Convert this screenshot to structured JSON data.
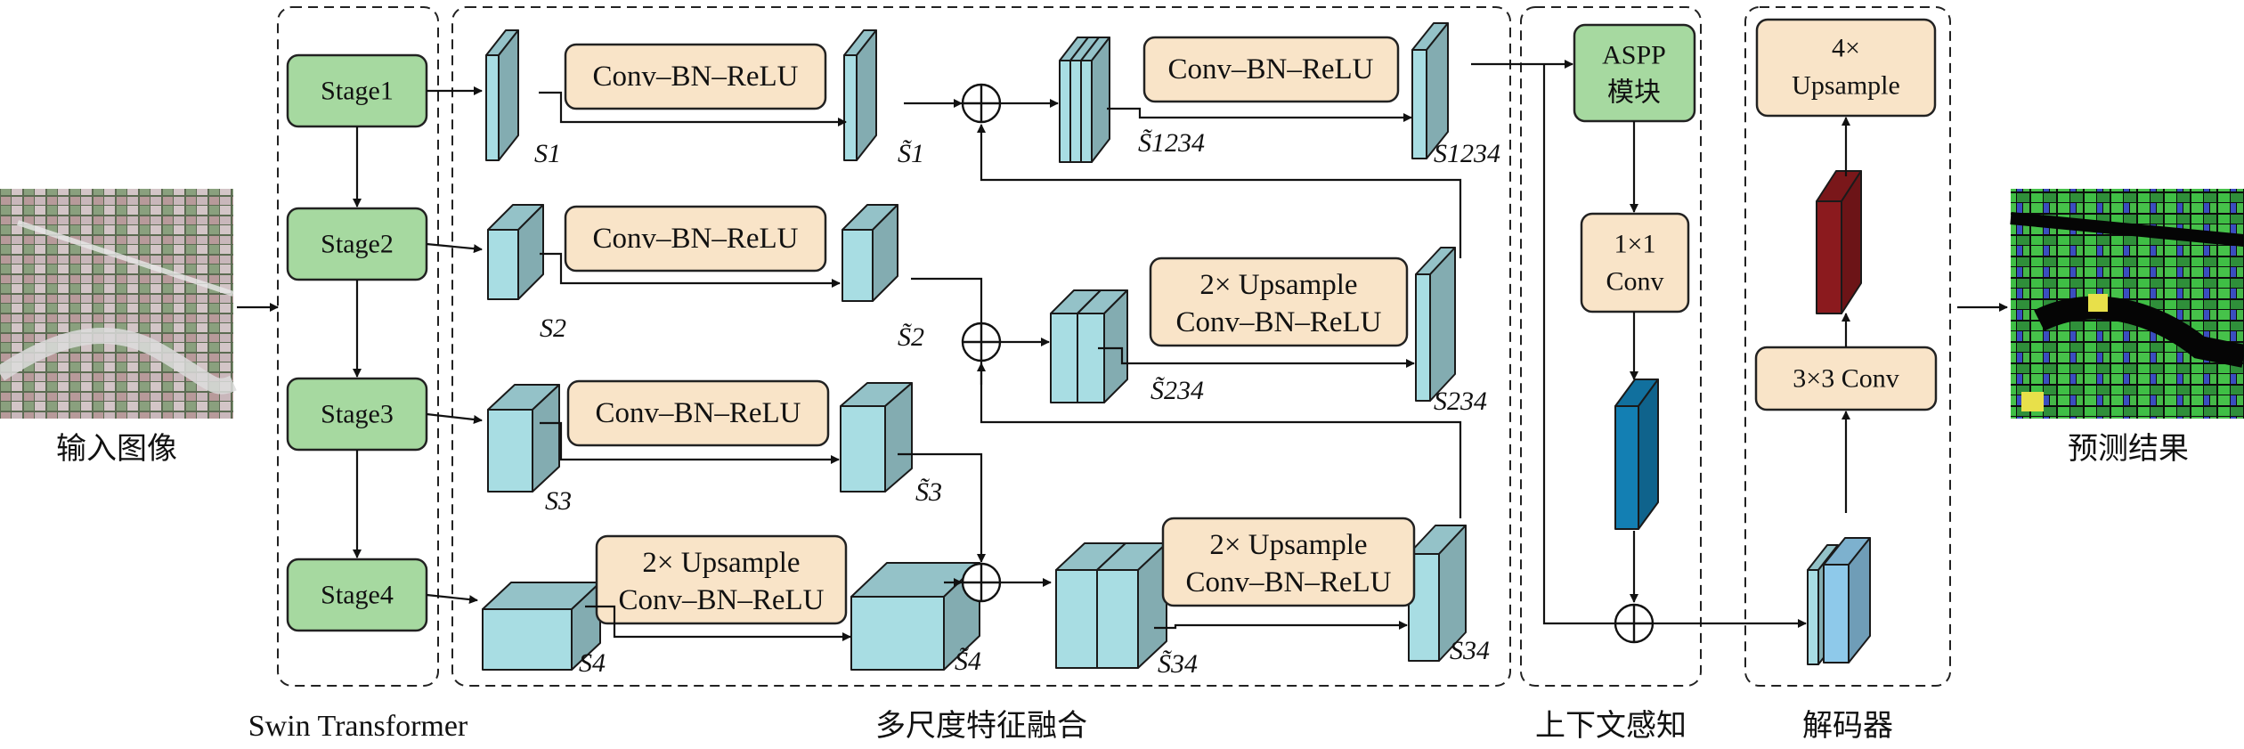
{
  "input": {
    "label": "输入图像"
  },
  "output": {
    "label": "预测结果"
  },
  "backbone": {
    "title": "Swin Transformer",
    "stages": [
      "Stage1",
      "Stage2",
      "Stage3",
      "Stage4"
    ]
  },
  "fusion": {
    "title": "多尺度特征融合",
    "conv_labels": [
      "Conv–BN–ReLU",
      "Conv–BN–ReLU",
      "Conv–BN–ReLU",
      "Conv–BN–ReLU"
    ],
    "upsample_line": "2× Upsample",
    "stage_feature_labels": [
      "S1",
      "S2",
      "S3",
      "S4"
    ],
    "tilde_labels": [
      "S̃1",
      "S̃2",
      "S̃3",
      "S̃4"
    ],
    "merged_labels": [
      "S̃1234",
      "S̃234",
      "S̃34"
    ],
    "out_labels": [
      "S1234",
      "S234",
      "S34"
    ]
  },
  "context": {
    "title": "上下文感知",
    "aspp": [
      "ASPP",
      "模块"
    ],
    "conv1x1": [
      "1×1",
      "Conv"
    ]
  },
  "decoder": {
    "title": "解码器",
    "upsample4": [
      "4×",
      "Upsample"
    ],
    "conv3x3": "3×3 Conv"
  },
  "colors": {
    "stage_green": "#a6d9a0",
    "op_tan": "#f9e4c8",
    "feature_cyan": "#a8dde3",
    "context_blue": "#137fb3",
    "decoder_light": "#8ec9ea",
    "decoder_red": "#8b1a1e"
  },
  "icons": [
    "satellite-input-image",
    "segmentation-result-image",
    "plus-circle-icon",
    "arrow-icon"
  ]
}
